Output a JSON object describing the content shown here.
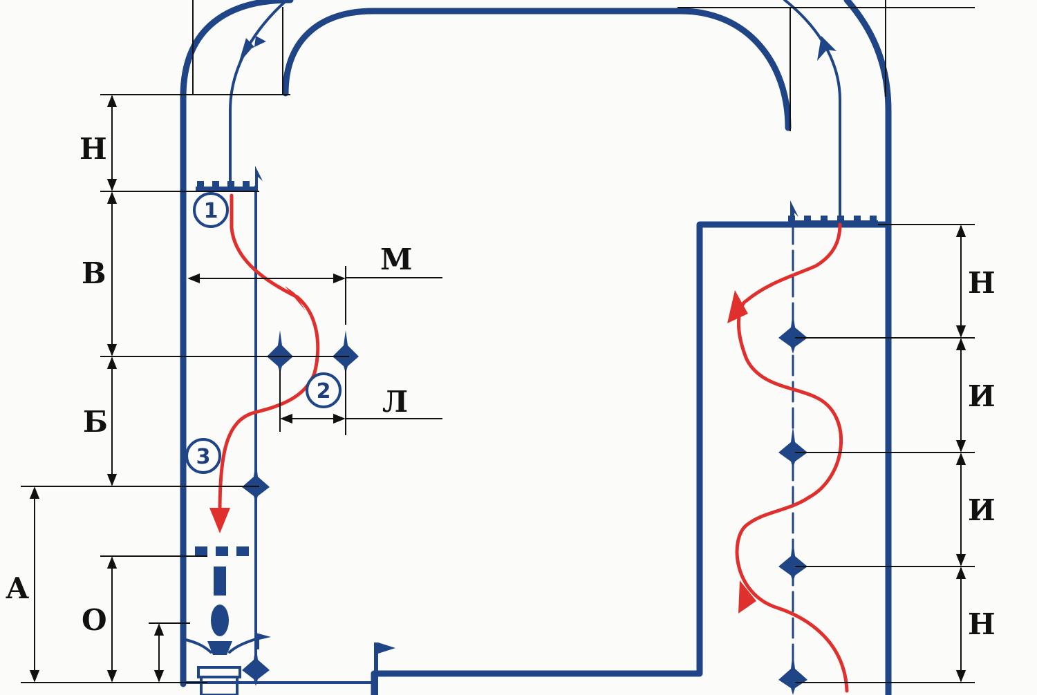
{
  "labels": {
    "H_top_left": "Н",
    "B": "В",
    "M": "М",
    "B_small": "Б",
    "L": "Л",
    "A": "А",
    "O": "О",
    "H_right_top": "Н",
    "I_1": "И",
    "I_2": "И",
    "H_right_bottom": "Н"
  },
  "markers": {
    "one": "1",
    "two": "2",
    "three": "3"
  },
  "colors": {
    "track": "#1f4587",
    "route": "#e0302e",
    "dimension": "#111111"
  }
}
